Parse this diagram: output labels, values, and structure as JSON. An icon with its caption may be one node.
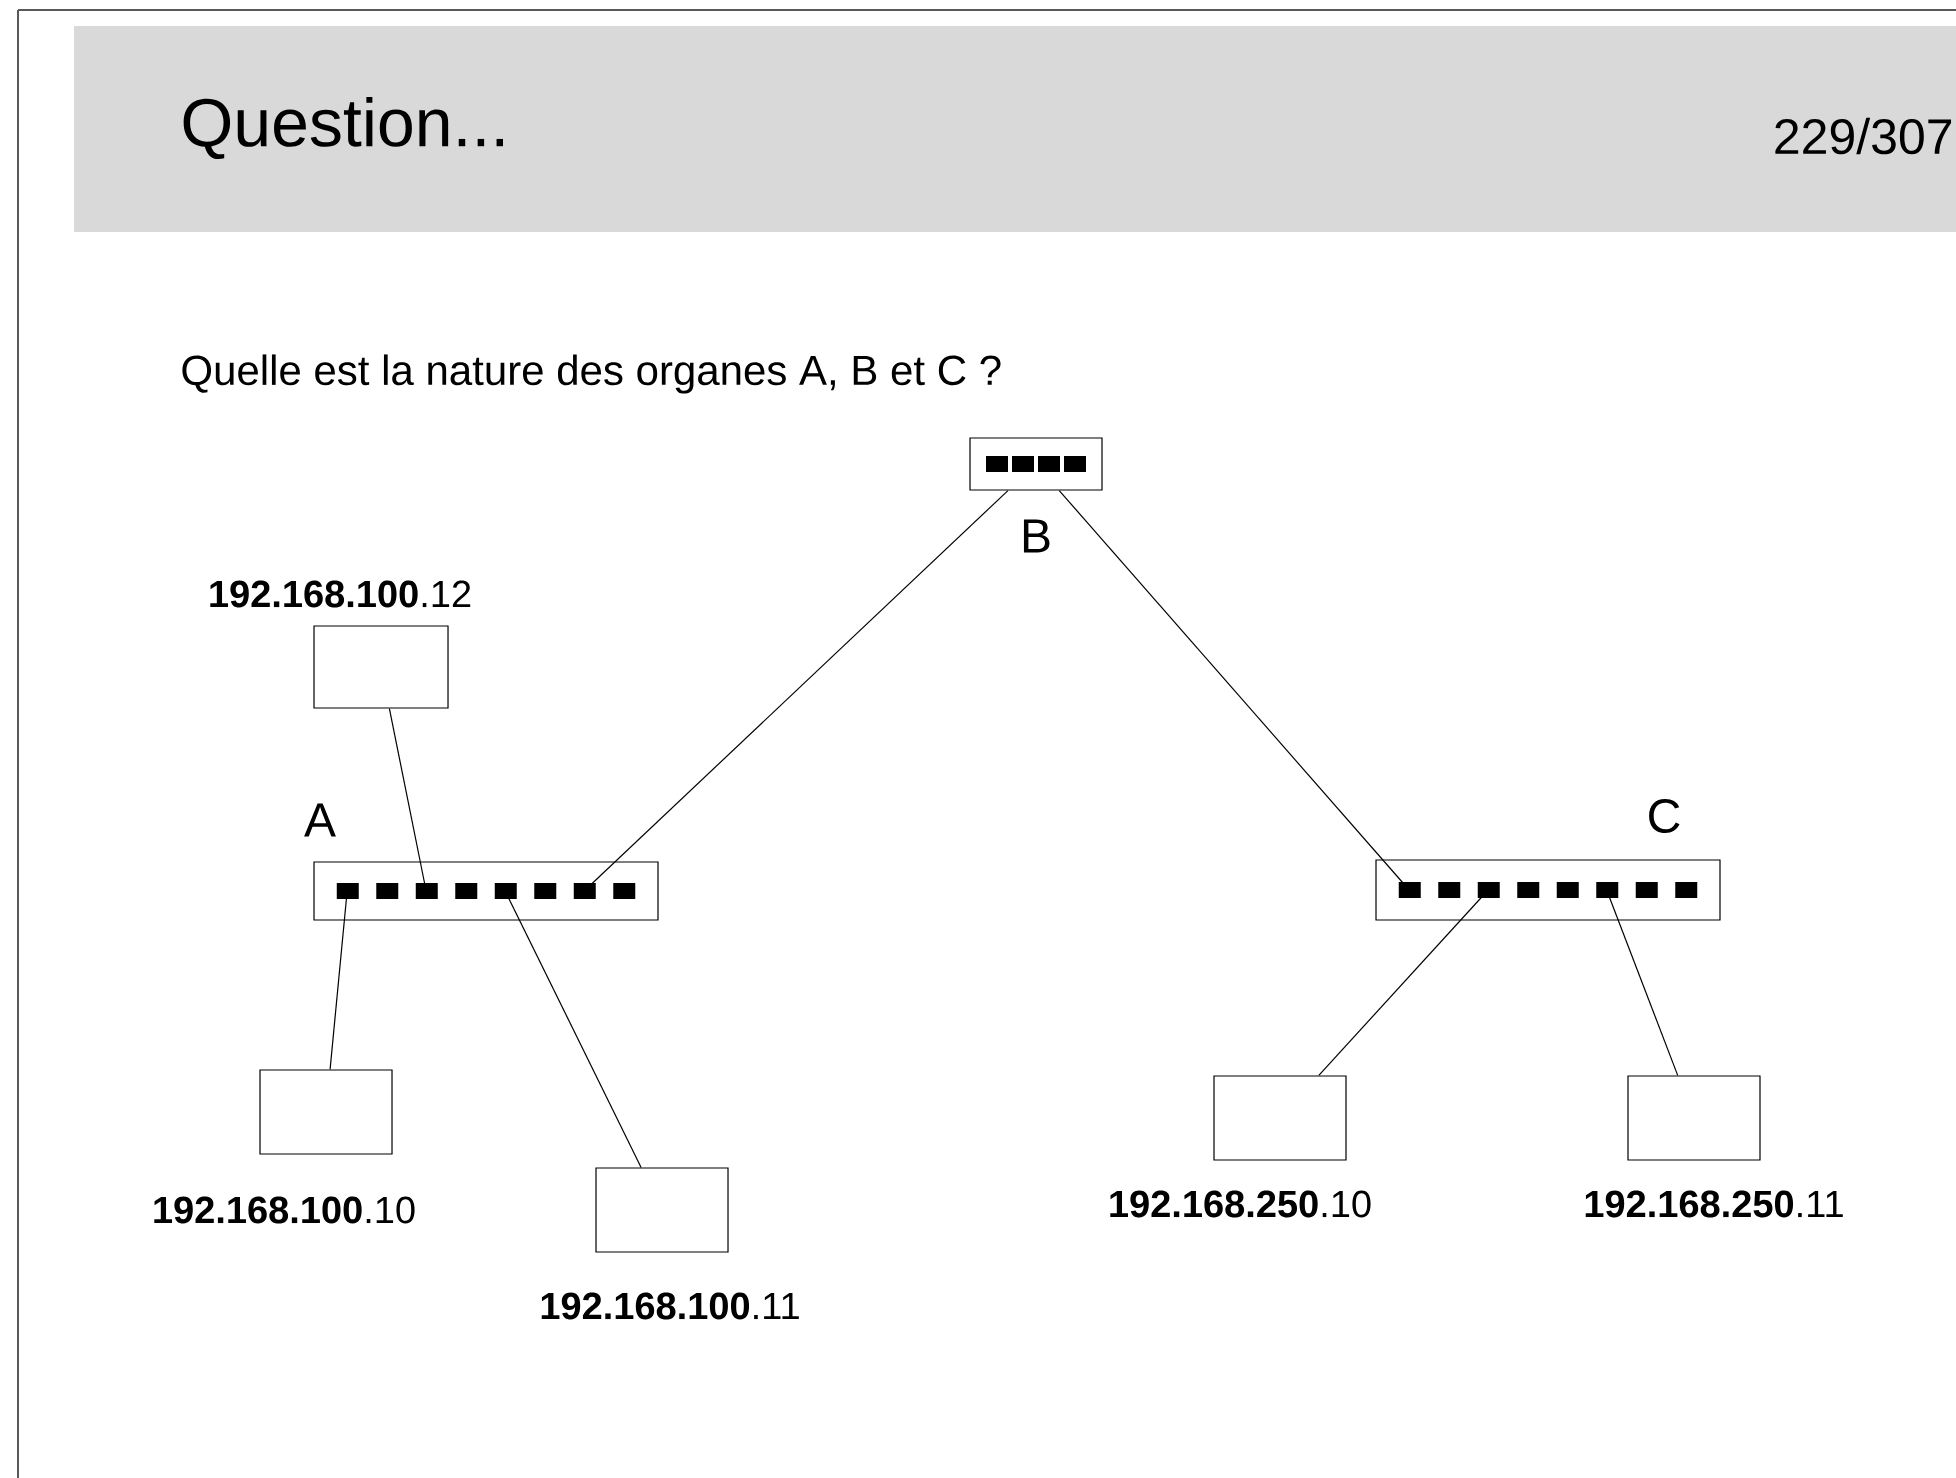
{
  "diagram": {
    "title": "Question...",
    "nodes": [
      {
        "text": [
          "B"
        ]
      },
      {
        "text": [],
        "shape": "box",
        "beside": [
          "**192.168.100**.12"
        ]
      },
      {
        "text": [
          "A"
        ]
      },
      {
        "text": [
          "C"
        ]
      },
      {
        "text": [],
        "shape": "box",
        "beside": [
          "**192.168.100**.10"
        ]
      },
      {
        "text": [],
        "shape": "box",
        "beside": [
          "**192.168.100**.11"
        ]
      },
      {
        "text": [],
        "shape": "box",
        "beside": [
          "**192.168.250**.10"
        ]
      },
      {
        "text": [],
        "shape": "box",
        "beside": [
          "**192.168.250**.11"
        ]
      }
    ],
    "edges": [
      {
        "from": 1,
        "to": 2,
        "arrow": "none"
      },
      {
        "from": 2,
        "to": 0,
        "arrow": "none"
      },
      {
        "from": 0,
        "to": 3,
        "arrow": "none"
      },
      {
        "from": 2,
        "to": 4,
        "arrow": "none"
      },
      {
        "from": 2,
        "to": 5,
        "arrow": "none"
      },
      {
        "from": 3,
        "to": 6,
        "arrow": "none"
      },
      {
        "from": 3,
        "to": 7,
        "arrow": "none"
      }
    ],
    "labels": [
      "229/307",
      "Quelle est la nature des organes A, B et C ?"
    ]
  }
}
